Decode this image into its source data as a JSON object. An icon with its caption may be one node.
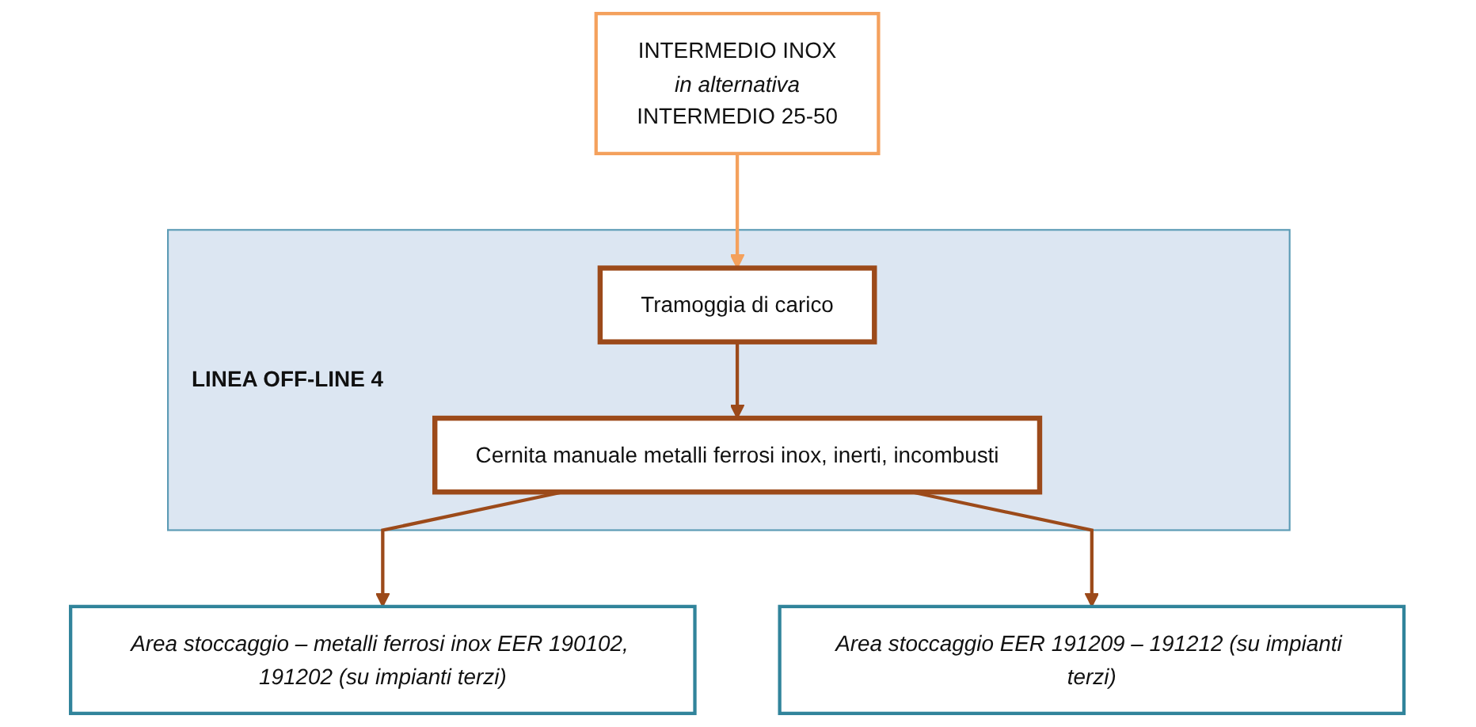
{
  "diagram": {
    "nodes": [
      {
        "text": [
          "INTERMEDIO INOX",
          "*in alternativa*",
          "INTERMEDIO 25-50"
        ]
      },
      {
        "text": [
          "LINEA OFF-LINE 4"
        ]
      },
      {
        "text": [
          "Tramoggia di carico"
        ],
        "in": 1
      },
      {
        "text": [
          "Cernita manuale metalli ferrosi inox, inerti, incombusti"
        ],
        "in": 1
      },
      {
        "text": [
          "Area stoccaggio – metalli ferrosi inox EER 190102, 191202 (su impianti terzi)"
        ]
      },
      {
        "text": [
          "Area stoccaggio EER 191209 – 191212 (su impianti terzi)"
        ]
      }
    ],
    "edges": [
      {
        "from": 0,
        "to": 2,
        "arrow": "to",
        "color": "#f4a15d"
      },
      {
        "from": 2,
        "to": 3,
        "arrow": "to"
      },
      {
        "from": 3,
        "to": 4,
        "arrow": "to"
      },
      {
        "from": 3,
        "to": 5,
        "arrow": "to"
      }
    ]
  }
}
